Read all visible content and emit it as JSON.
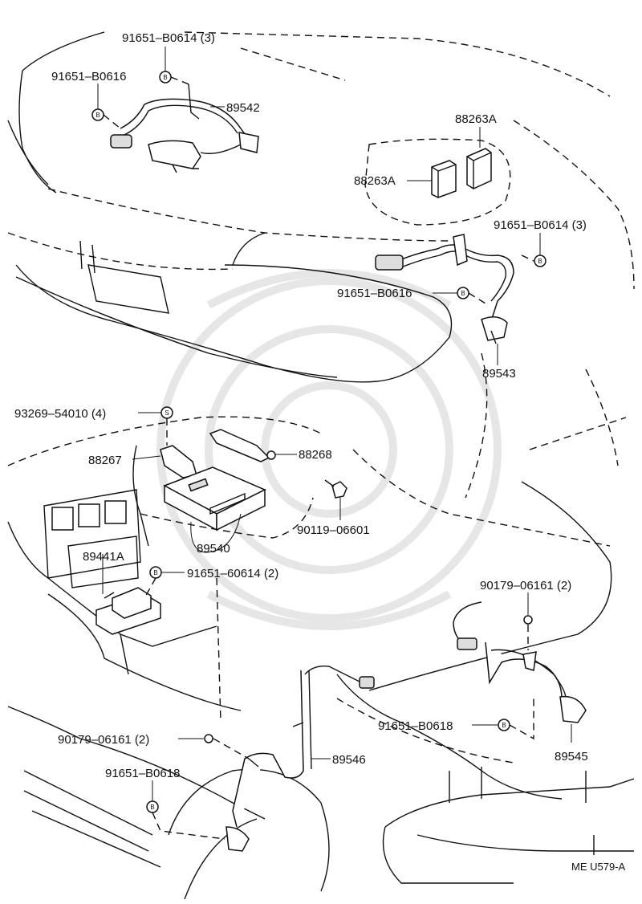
{
  "labels": {
    "p91651_b0614_3_top": "91651–B0614 (3)",
    "p91651_b0616_top": "91651–B0616",
    "p89542": "89542",
    "p88263a_1": "88263A",
    "p88263a_2": "88263A",
    "p91651_b0614_3_mid": "91651–B0614 (3)",
    "p91651_b0616_mid": "91651–B0616",
    "p89543": "89543",
    "p93269_54010_4": "93269–54010 (4)",
    "p88267": "88267",
    "p88268": "88268",
    "p90119_06601": "90119–06601",
    "p89540": "89540",
    "p89441a": "89441A",
    "p91651_60614_2": "91651–60614 (2)",
    "p90179_06161_2_right": "90179–06161 (2)",
    "p91651_b0618_right": "91651–B0618",
    "p89545": "89545",
    "p90179_06161_2_left": "90179–06161 (2)",
    "p89546": "89546",
    "p91651_b0618_left": "91651–B0618",
    "ref_code": "ME U579-A"
  },
  "markers": {
    "bolt_symbol": "B",
    "screw_symbol": "S"
  }
}
